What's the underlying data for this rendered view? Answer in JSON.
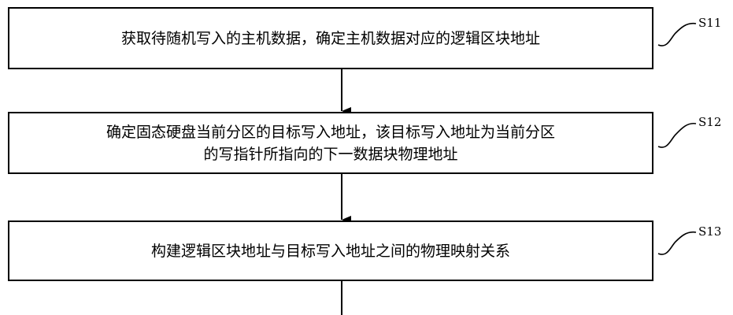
{
  "colors": {
    "stroke": "#000000",
    "background": "#ffffff"
  },
  "steps": [
    {
      "id": "S11",
      "lines": [
        "获取待随机写入的主机数据，确定主机数据对应的逻辑区块地址"
      ]
    },
    {
      "id": "S12",
      "lines": [
        "确定固态硬盘当前分区的目标写入地址，该目标写入地址为当前分区",
        "的写指针所指向的下一数据块物理地址"
      ]
    },
    {
      "id": "S13",
      "lines": [
        "构建逻辑区块地址与目标写入地址之间的物理映射关系"
      ]
    }
  ]
}
